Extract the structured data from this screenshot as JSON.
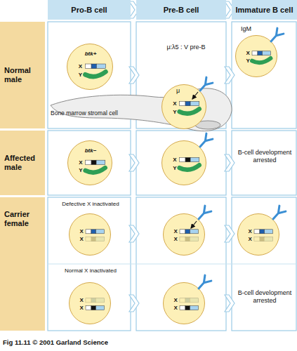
{
  "diagram": {
    "caption": "Fig 11.11 © 2001 Garland Science",
    "nodes": [
      {
        "text": [
          "Pro-B cell"
        ]
      },
      {
        "text": [
          "Pre-B cell"
        ]
      },
      {
        "text": [
          "Immature B cell"
        ]
      },
      {
        "text": [
          "Normal male"
        ]
      },
      {
        "text": [
          "Affected male"
        ]
      },
      {
        "text": [
          "Carrier female"
        ]
      },
      {
        "text": [
          "btk+",
          "X",
          "Y"
        ]
      },
      {
        "text": [
          "X",
          "Y"
        ]
      },
      {
        "text": [
          "X",
          "Y"
        ]
      },
      {
        "text": [
          "Bone marrow stromal cell"
        ]
      },
      {
        "text": [
          "btk−",
          "X",
          "Y"
        ]
      },
      {
        "text": [
          "X",
          "Y"
        ]
      },
      {
        "text": [
          "X",
          "X"
        ]
      },
      {
        "text": [
          "X",
          "X"
        ]
      },
      {
        "text": [
          "X",
          "X"
        ]
      },
      {
        "text": [
          "X",
          "X"
        ]
      },
      {
        "text": [
          "X",
          "X"
        ]
      }
    ],
    "labels": [
      "μ:λ5 : V pre-B",
      "IgM",
      "μ",
      "B-cell development arrested",
      "Defective X inactivated",
      "Normal X inactivated",
      "B-cell development arrested"
    ]
  }
}
